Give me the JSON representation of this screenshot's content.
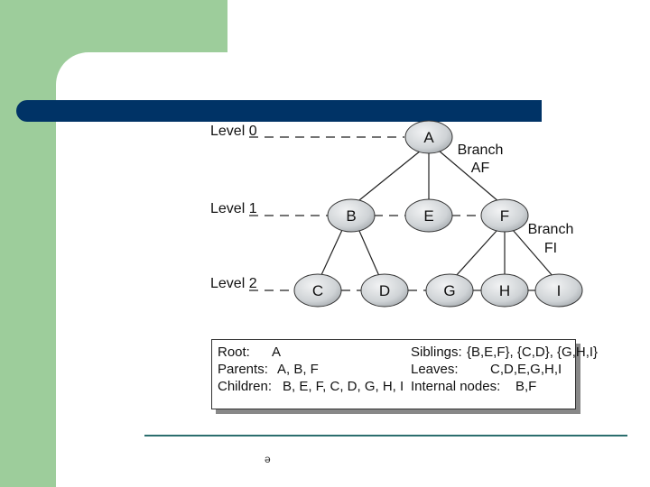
{
  "tree": {
    "levels": [
      {
        "label": "Level 0",
        "nodes": [
          "A"
        ]
      },
      {
        "label": "Level 1",
        "nodes": [
          "B",
          "E",
          "F"
        ]
      },
      {
        "label": "Level 2",
        "nodes": [
          "C",
          "D",
          "G",
          "H",
          "I"
        ]
      }
    ],
    "edges": [
      [
        "A",
        "B"
      ],
      [
        "A",
        "E"
      ],
      [
        "A",
        "F"
      ],
      [
        "B",
        "C"
      ],
      [
        "B",
        "D"
      ],
      [
        "F",
        "G"
      ],
      [
        "F",
        "H"
      ],
      [
        "F",
        "I"
      ]
    ],
    "branches": [
      {
        "line1": "Branch",
        "line2": "AF"
      },
      {
        "line1": "Branch",
        "line2": "FI"
      }
    ]
  },
  "legend": {
    "root_key": "Root:",
    "root_val": "A",
    "parents_key": "Parents:",
    "parents_val": "A, B, F",
    "children_key": "Children:",
    "children_val": "B, E, F, C, D, G, H, I",
    "siblings_key": "Siblings:",
    "siblings_val": "{B,E,F}, {C,D}, {G,H,I}",
    "leaves_key": "Leaves:",
    "leaves_val": "C,D,E,G,H,I",
    "internal_key": "Internal nodes:",
    "internal_val": "B,F"
  },
  "footer": {
    "mark": "ə"
  },
  "colors": {
    "green": "#9dcd9b",
    "blue_bar": "#003366",
    "node_fill": "#d9dcdf",
    "rule": "#2b6e6e"
  }
}
